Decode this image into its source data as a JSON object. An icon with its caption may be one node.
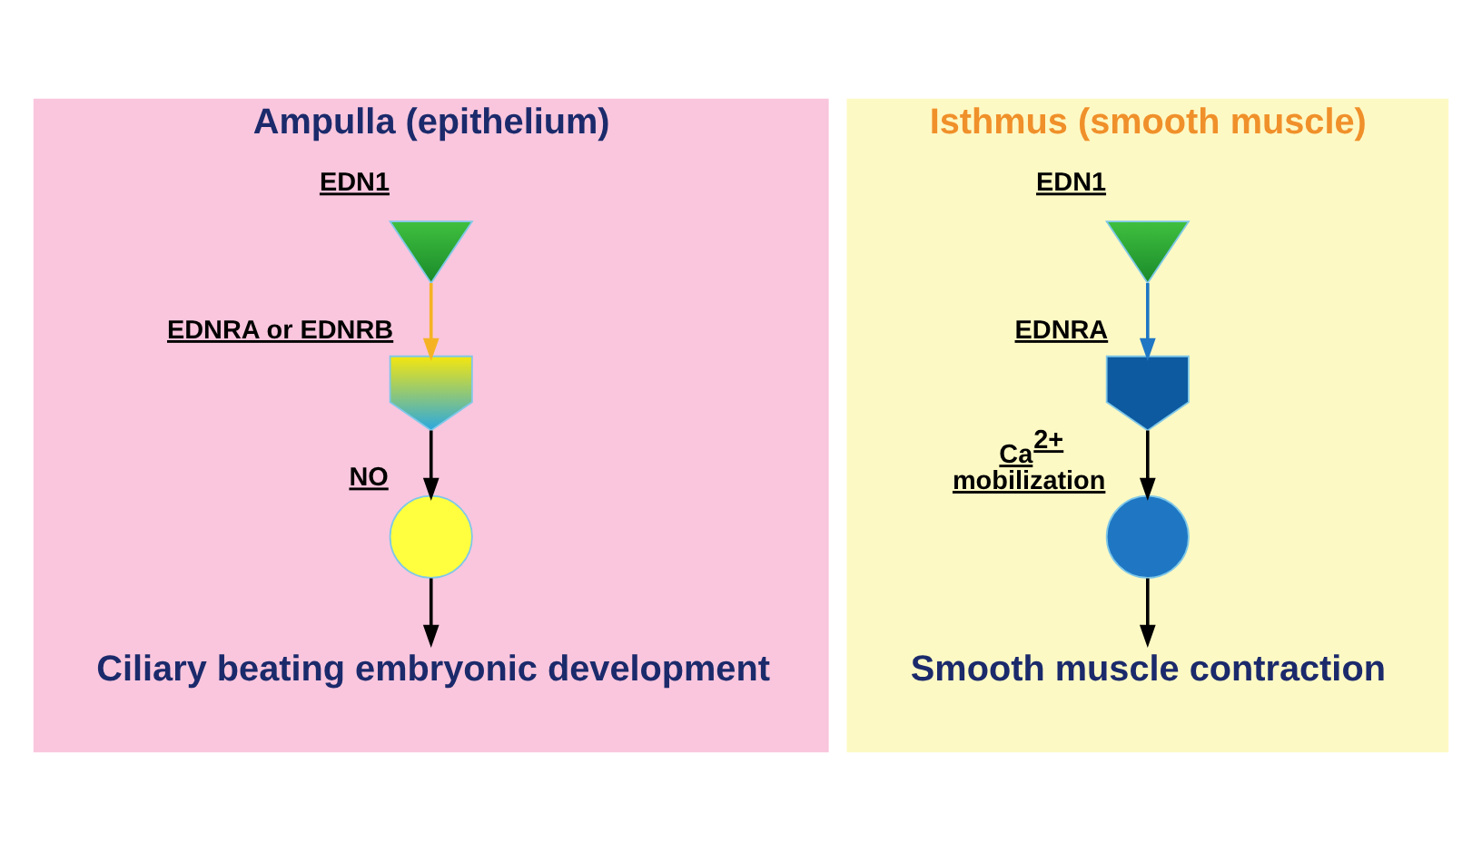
{
  "diagram": {
    "nodes": [
      {
        "text": [
          "Ampulla (epithelium)"
        ]
      },
      {
        "text": [
          "Isthmus (smooth muscle)"
        ]
      },
      {
        "text": [],
        "shape": "triangle",
        "beside": [
          "EDN1"
        ],
        "in": 0
      },
      {
        "text": [],
        "shape": "chevron",
        "beside": [
          "EDNRA or EDNRB"
        ],
        "in": 0
      },
      {
        "text": [],
        "shape": "circle",
        "beside": [
          "NO"
        ],
        "in": 0
      },
      {
        "text": [
          "Ciliary beating embryonic development"
        ],
        "in": 0
      },
      {
        "text": [],
        "shape": "triangle",
        "beside": [
          "EDN1"
        ],
        "in": 1
      },
      {
        "text": [],
        "shape": "chevron",
        "beside": [
          "EDNRA"
        ],
        "in": 1
      },
      {
        "text": [],
        "shape": "circle",
        "beside": [
          "Ca$^{2+}$ mobilization"
        ],
        "in": 1
      },
      {
        "text": [
          "Smooth muscle contraction"
        ],
        "in": 1
      }
    ],
    "edges": [
      {
        "from": 2,
        "to": 3,
        "arrow": "to",
        "color": "#f5b324"
      },
      {
        "from": 3,
        "to": 4,
        "arrow": "to"
      },
      {
        "from": 4,
        "to": 5,
        "arrow": "to"
      },
      {
        "from": 6,
        "to": 7,
        "arrow": "to",
        "color": "#1f77c4"
      },
      {
        "from": 7,
        "to": 8,
        "arrow": "to"
      },
      {
        "from": 8,
        "to": 9,
        "arrow": "to"
      }
    ]
  }
}
